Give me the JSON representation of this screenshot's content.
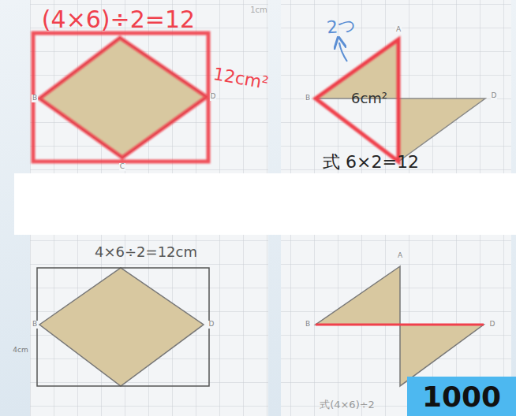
{
  "diagram": {
    "nodes": [
      {
        "text": [
          "1000"
        ]
      }
    ],
    "labels": [
      "(4×6)÷2=12",
      "1cm",
      "B",
      "D",
      "C",
      "12cm²",
      "2つ",
      "A",
      "B",
      "6cm²",
      "D",
      "式 6×2=12",
      "4×6÷2=12cm",
      "4cm",
      "B",
      "D",
      "A",
      "B",
      "D",
      "式(4×6)÷2"
    ]
  }
}
